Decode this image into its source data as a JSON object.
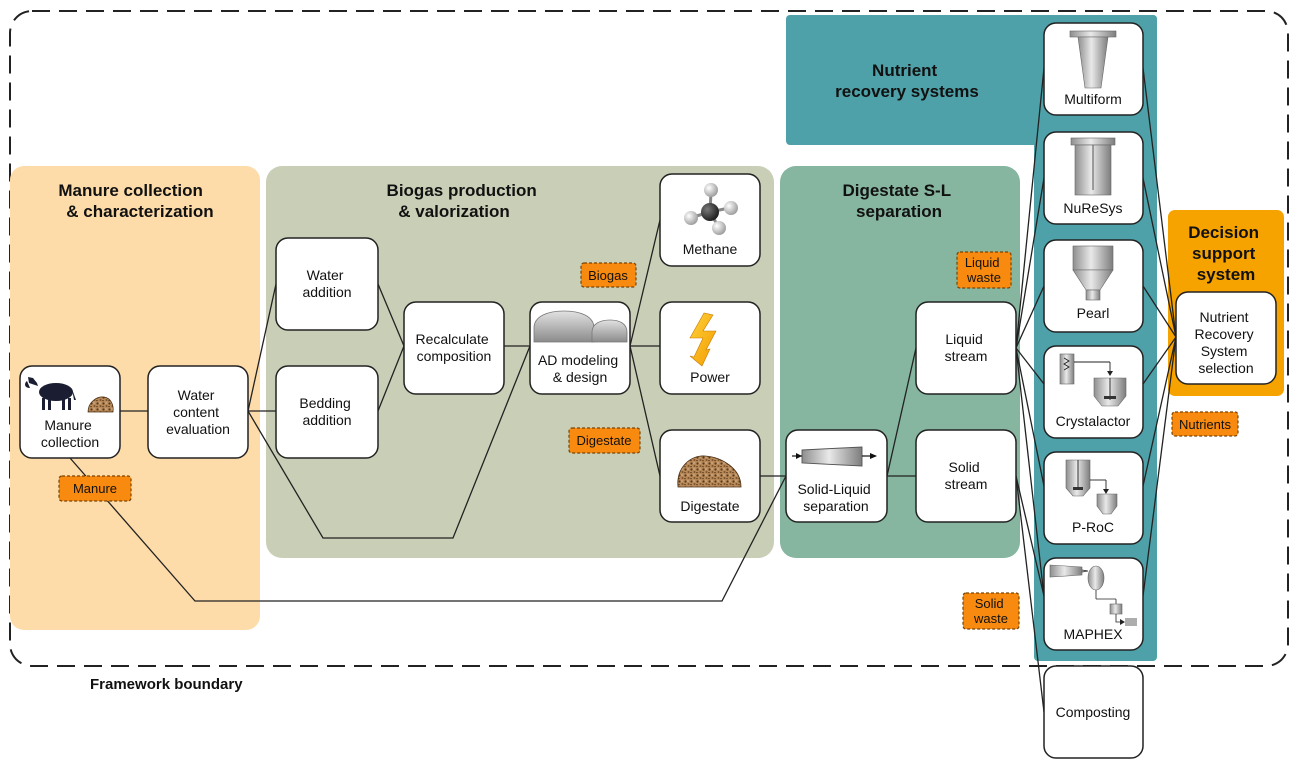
{
  "framework_label": "Framework boundary",
  "regions": {
    "manure": {
      "title": [
        "Manure collection",
        "& characterization"
      ]
    },
    "biogas": {
      "title": [
        "Biogas production",
        "& valorization"
      ]
    },
    "digestate": {
      "title": [
        "Digestate S-L",
        "separation"
      ]
    },
    "nutrient": {
      "title": [
        "Nutrient",
        "recovery systems"
      ]
    },
    "decision": {
      "title": [
        "Decision",
        "support",
        "system"
      ]
    }
  },
  "nodes": {
    "manure_collection": [
      "Manure",
      "collection"
    ],
    "water_content": [
      "Water",
      "content",
      "evaluation"
    ],
    "water_addition": [
      "Water",
      "addition"
    ],
    "bedding_addition": [
      "Bedding",
      "addition"
    ],
    "recalculate": [
      "Recalculate",
      "composition"
    ],
    "ad_modeling": [
      "AD modeling",
      "& design"
    ],
    "methane": [
      "Methane"
    ],
    "power": [
      "Power"
    ],
    "digestate": [
      "Digestate"
    ],
    "sl_separation": [
      "Solid-Liquid",
      "separation"
    ],
    "liquid_stream": [
      "Liquid",
      "stream"
    ],
    "solid_stream": [
      "Solid",
      "stream"
    ],
    "multiform": [
      "Multiform"
    ],
    "nuresys": [
      "NuReSys"
    ],
    "pearl": [
      "Pearl"
    ],
    "crystalactor": [
      "Crystalactor"
    ],
    "proc": [
      "P-RoC"
    ],
    "maphex": [
      "MAPHEX"
    ],
    "composting": [
      "Composting"
    ],
    "nrs_selection": [
      "Nutrient",
      "Recovery",
      "System",
      "selection"
    ]
  },
  "tags": {
    "manure": [
      "Manure"
    ],
    "biogas": [
      "Biogas"
    ],
    "digestate": [
      "Digestate"
    ],
    "liquid_waste": [
      "Liquid",
      "waste"
    ],
    "solid_waste": [
      "Solid",
      "waste"
    ],
    "nutrients": [
      "Nutrients"
    ]
  },
  "colors": {
    "manure_region": "#fddcaa",
    "biogas_region": "#c9cfb6",
    "digestate_region": "#86b5a0",
    "nutrient_region": "#4ea1a8",
    "decision_region": "#f6a300",
    "tag_fill": "#f88a0f"
  },
  "icons": [
    "cow-icon",
    "manure-pile-icon",
    "biogas-tank-icon",
    "methane-molecule-icon",
    "lightning-icon",
    "digestate-pile-icon",
    "screw-press-icon",
    "multiform-reactor-icon",
    "nuresys-reactor-icon",
    "pearl-reactor-icon",
    "crystalactor-icon",
    "proc-icon",
    "maphex-icon"
  ]
}
